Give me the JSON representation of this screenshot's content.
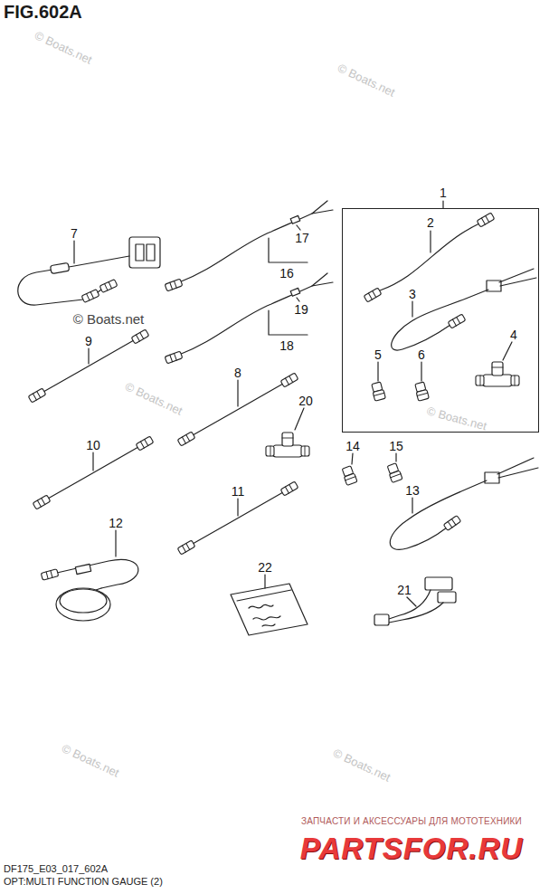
{
  "diagram": {
    "title": "FIG.602A",
    "caption": "OPT:MULTI FUNCTION GAUGE (2)",
    "nodes": [
      {
        "text": [
          "1"
        ]
      }
    ],
    "labels": [
      "2",
      "3",
      "4",
      "5",
      "6",
      "7",
      "8",
      "9",
      "10",
      "11",
      "12",
      "13",
      "14",
      "15",
      "16",
      "17",
      "18",
      "19",
      "20",
      "21",
      "22",
      "© Boats.net",
      "© Boats.net",
      "© Boats.net",
      "© Boats.net",
      "© Boats.net",
      "© Boats.net",
      "© Boats.net",
      "DF175_E03_017_602A",
      "ЗАПЧАСТИ И АКСЕССУАРЫ ДЛЯ МОТОТЕХНИКИ",
      "PARTSFOR.RU"
    ]
  }
}
